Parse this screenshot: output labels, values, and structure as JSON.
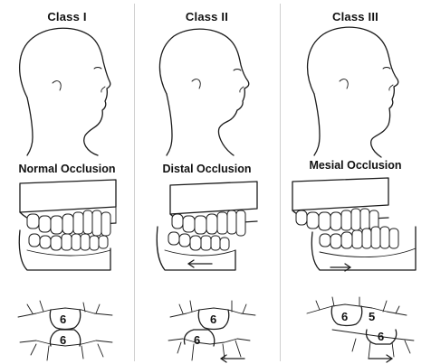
{
  "columns": [
    {
      "title": "Class I",
      "subtitle": "Normal Occlusion",
      "upper_tooth": "6",
      "lower_tooth": "6"
    },
    {
      "title": "Class II",
      "subtitle": "Distal Occlusion",
      "upper_tooth": "6",
      "lower_tooth": "6"
    },
    {
      "title": "Class III",
      "subtitle": "Mesial Occlusion",
      "upper_tooth": "6",
      "extra_tooth": "5",
      "lower_tooth": "6"
    }
  ],
  "icons": [
    "face-profile-icon",
    "dental-arch-icon",
    "arrow-left-icon",
    "arrow-right-icon",
    "molar-relation-icon"
  ]
}
